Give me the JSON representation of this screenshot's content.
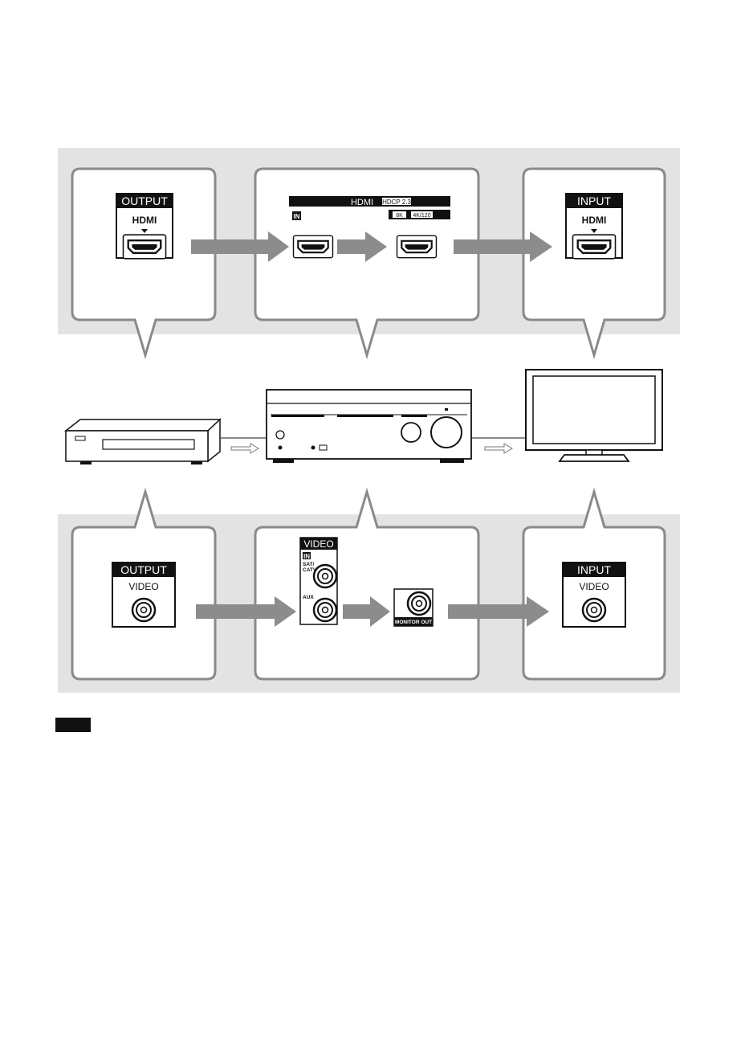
{
  "hdmi_row": {
    "source": {
      "header": "OUTPUT",
      "label": "HDMI"
    },
    "receiver": {
      "title": "HDMI",
      "hdcp": "HDCP 2.3",
      "in_tag": "IN",
      "badge_8k": "8K",
      "badge_4k": "4K/120"
    },
    "display": {
      "header": "INPUT",
      "label": "HDMI"
    }
  },
  "video_row": {
    "source": {
      "header": "OUTPUT",
      "label": "VIDEO"
    },
    "receiver": {
      "title": "VIDEO",
      "in_tag": "IN",
      "jack1": "SAT/\nCATV",
      "jack1_line1": "SAT/",
      "jack1_line2": "CATV",
      "jack2": "AUX",
      "monitor_out": "MONITOR OUT"
    },
    "display": {
      "header": "INPUT",
      "label": "VIDEO"
    }
  },
  "note_tag": "",
  "colors": {
    "panel_bg": "#e3e3e3",
    "box_border": "#8a8a8a",
    "arrow": "#8c8c8c",
    "ink": "#1a1a1a"
  }
}
